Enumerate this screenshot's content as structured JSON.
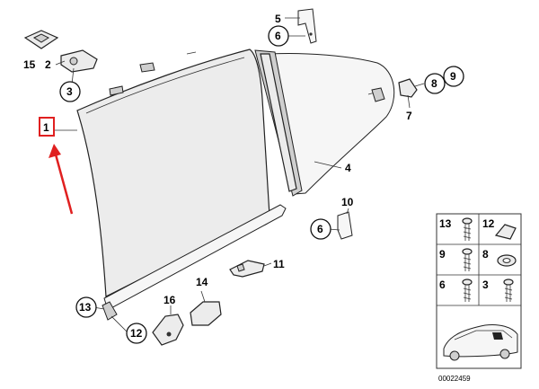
{
  "callouts": {
    "c1": "1",
    "c2": "2",
    "c3": "3",
    "c4": "4",
    "c5": "5",
    "c6": "6",
    "c6b": "6",
    "c7": "7",
    "c8": "8",
    "c9": "9",
    "c10": "10",
    "c11": "11",
    "c12": "12",
    "c13": "13",
    "c14": "14",
    "c15": "15",
    "c16": "16"
  },
  "inset": {
    "cells": [
      "13",
      "12",
      "9",
      "8",
      "6",
      "3"
    ]
  },
  "diagram_id": "00022459",
  "colors": {
    "highlight": "#e02020",
    "line": "#222222",
    "fill": "#ececec"
  }
}
